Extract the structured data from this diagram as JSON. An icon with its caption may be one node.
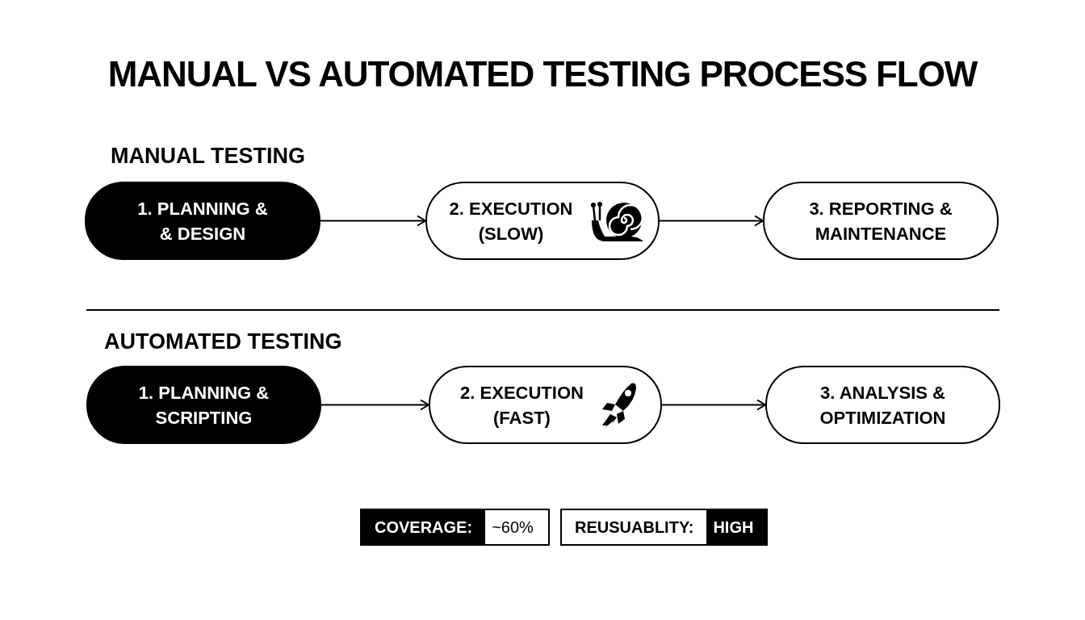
{
  "diagram": {
    "title": "MANUAL VS AUTOMATED TESTING PROCESS FLOW",
    "nodes": [
      {
        "text": [
          "1. PLANNING & & DESIGN"
        ]
      },
      {
        "text": [
          "2. EXECUTION (SLOW)"
        ]
      },
      {
        "text": [
          "3. REPORTING & MAINTENANCE"
        ]
      },
      {
        "text": [
          "1. PLANNING & SCRIPTING"
        ]
      },
      {
        "text": [
          "2. EXECUTION (FAST)"
        ]
      },
      {
        "text": [
          "3. ANALYSIS & OPTIMIZATION"
        ]
      }
    ],
    "edges": [
      {
        "from": 0,
        "to": 1,
        "arrow": "to"
      },
      {
        "from": 1,
        "to": 2,
        "arrow": "to"
      },
      {
        "from": 3,
        "to": 4,
        "arrow": "to"
      },
      {
        "from": 4,
        "to": 5,
        "arrow": "to"
      }
    ],
    "labels": [
      "MANUAL TESTING",
      "AUTOMATED TESTING",
      "COVERAGE:",
      "~60%",
      "REUSUABLITY:",
      "HIGH"
    ]
  }
}
